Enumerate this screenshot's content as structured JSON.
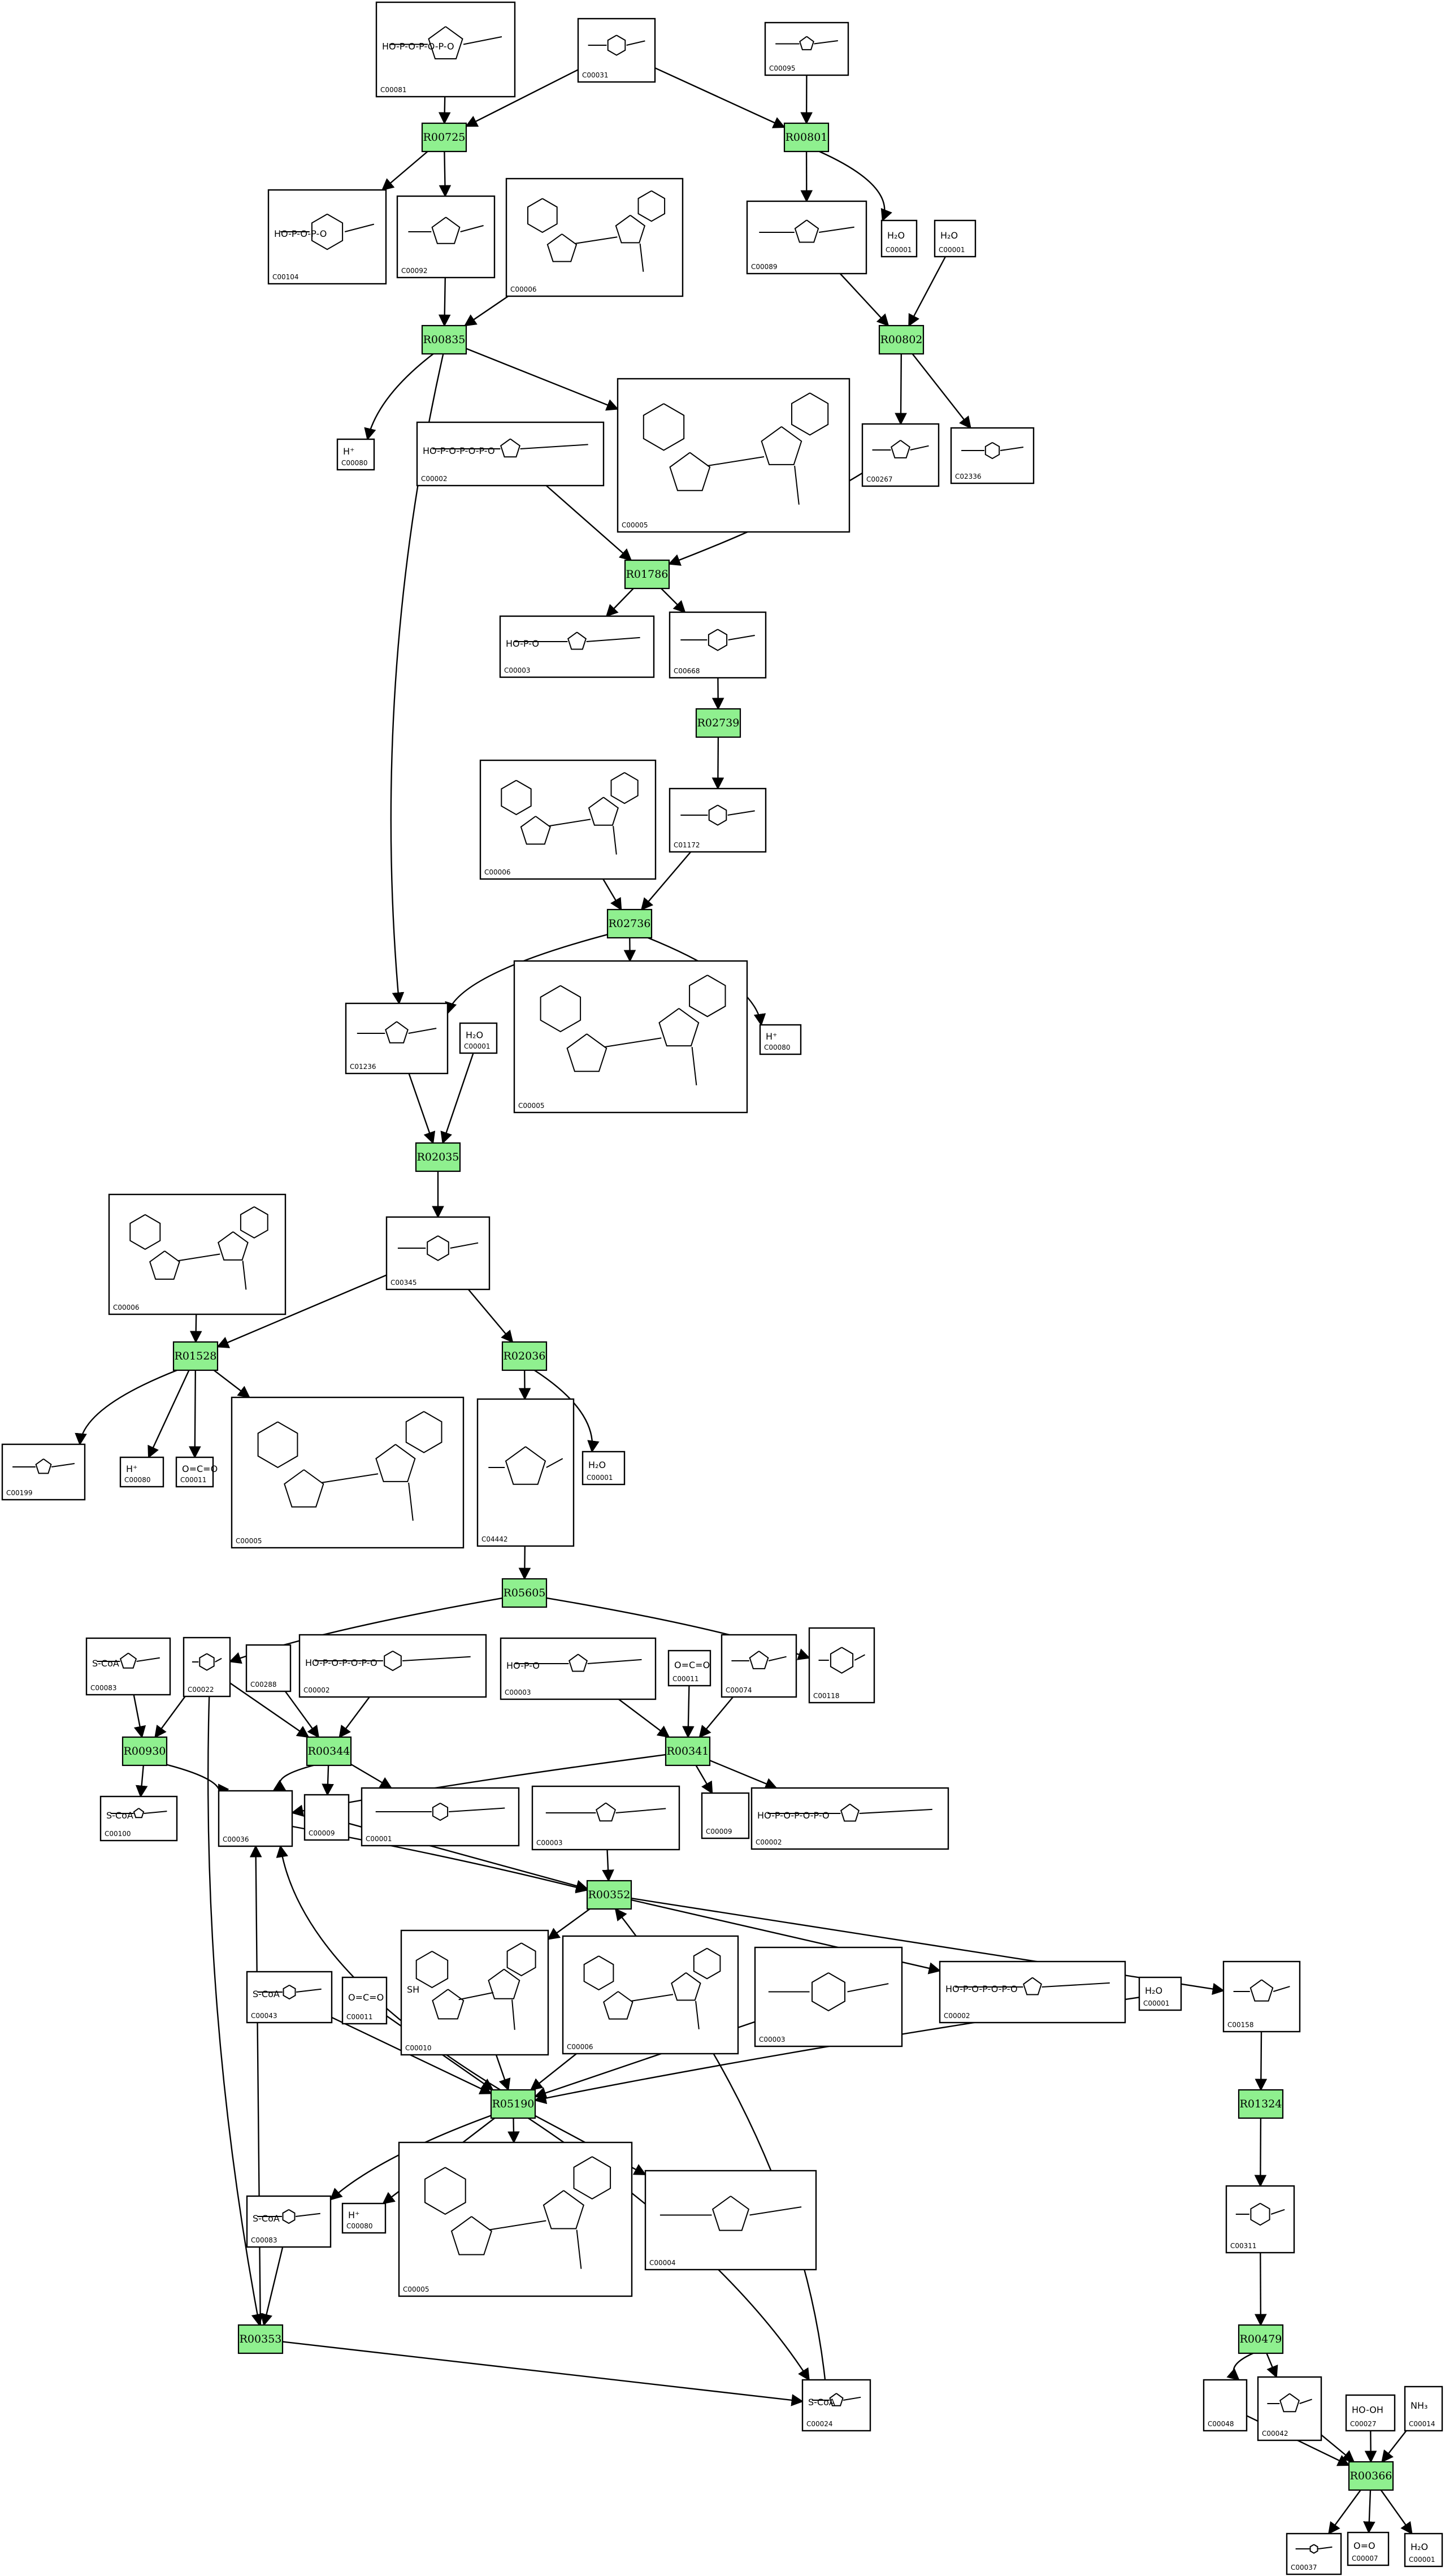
{
  "diagram": {
    "reactions": [
      {
        "id": "R00725"
      },
      {
        "id": "R00801"
      },
      {
        "id": "R00835"
      },
      {
        "id": "R00802"
      },
      {
        "id": "R01786"
      },
      {
        "id": "R02739"
      },
      {
        "id": "R02736"
      },
      {
        "id": "R02035"
      },
      {
        "id": "R01528"
      },
      {
        "id": "R02036"
      },
      {
        "id": "R05605"
      },
      {
        "id": "R00930"
      },
      {
        "id": "R00344"
      },
      {
        "id": "R00341"
      },
      {
        "id": "R00352"
      },
      {
        "id": "R05190"
      },
      {
        "id": "R01324"
      },
      {
        "id": "R00353"
      },
      {
        "id": "R00479"
      },
      {
        "id": "R00366"
      }
    ],
    "compounds": [
      {
        "id": "C00081",
        "structure": "HO-P-O-P-O-P-O"
      },
      {
        "id": "C00031",
        "structure": ""
      },
      {
        "id": "C00095",
        "structure": ""
      },
      {
        "id": "C00104",
        "structure": "HO-P-O-P-O"
      },
      {
        "id": "C00092",
        "structure": ""
      },
      {
        "id": "C00006",
        "structure": ""
      },
      {
        "id": "C00089",
        "structure": ""
      },
      {
        "id": "C00001",
        "structure": "H₂O"
      },
      {
        "id": "C00001",
        "structure": "H₂O"
      },
      {
        "id": "C00080",
        "structure": "H⁺"
      },
      {
        "id": "C00002",
        "structure": "HO-P-O-P-O-P-O"
      },
      {
        "id": "C00005",
        "structure": ""
      },
      {
        "id": "C00267",
        "structure": ""
      },
      {
        "id": "C02336",
        "structure": ""
      },
      {
        "id": "C00003",
        "structure": "HO-P-O"
      },
      {
        "id": "C00668",
        "structure": ""
      },
      {
        "id": "C00006",
        "structure": ""
      },
      {
        "id": "C01172",
        "structure": ""
      },
      {
        "id": "C01236",
        "structure": ""
      },
      {
        "id": "C00001",
        "structure": "H₂O"
      },
      {
        "id": "C00005",
        "structure": ""
      },
      {
        "id": "C00080",
        "structure": "H⁺"
      },
      {
        "id": "C00006",
        "structure": ""
      },
      {
        "id": "C00345",
        "structure": ""
      },
      {
        "id": "C00199",
        "structure": ""
      },
      {
        "id": "C00080",
        "structure": "H⁺"
      },
      {
        "id": "C00011",
        "structure": "O=C=O"
      },
      {
        "id": "C00005",
        "structure": ""
      },
      {
        "id": "C04442",
        "structure": ""
      },
      {
        "id": "C00001",
        "structure": "H₂O"
      },
      {
        "id": "C00083",
        "structure": "S-CoA"
      },
      {
        "id": "C00022",
        "structure": ""
      },
      {
        "id": "C00288",
        "structure": ""
      },
      {
        "id": "C00002",
        "structure": "HO-P-O-P-O-P-O"
      },
      {
        "id": "C00003",
        "structure": "HO-P-O"
      },
      {
        "id": "C00011",
        "structure": "O=C=O"
      },
      {
        "id": "C00074",
        "structure": ""
      },
      {
        "id": "C00118",
        "structure": ""
      },
      {
        "id": "C00100",
        "structure": "S-CoA"
      },
      {
        "id": "C00036",
        "structure": ""
      },
      {
        "id": "C00009",
        "structure": ""
      },
      {
        "id": "C00001",
        "structure": ""
      },
      {
        "id": "C00003",
        "structure": ""
      },
      {
        "id": "C00009",
        "structure": ""
      },
      {
        "id": "C00002",
        "structure": "HO-P-O-P-O-P-O"
      },
      {
        "id": "C00010",
        "structure": "SH"
      },
      {
        "id": "C00006",
        "structure": ""
      },
      {
        "id": "C00003",
        "structure": ""
      },
      {
        "id": "C00002",
        "structure": "HO-P-O-P-O-P-O"
      },
      {
        "id": "C00001",
        "structure": "H₂O"
      },
      {
        "id": "C00158",
        "structure": ""
      },
      {
        "id": "C00043",
        "structure": "S-CoA"
      },
      {
        "id": "C00011",
        "structure": "O=C=O"
      },
      {
        "id": "C00083",
        "structure": "S-CoA"
      },
      {
        "id": "C00080",
        "structure": "H⁺"
      },
      {
        "id": "C00005",
        "structure": ""
      },
      {
        "id": "C00004",
        "structure": ""
      },
      {
        "id": "C00311",
        "structure": ""
      },
      {
        "id": "C00024",
        "structure": "S-CoA"
      },
      {
        "id": "C00048",
        "structure": ""
      },
      {
        "id": "C00042",
        "structure": ""
      },
      {
        "id": "C00027",
        "structure": "HO-OH"
      },
      {
        "id": "C00014",
        "structure": "NH₃"
      },
      {
        "id": "C00037",
        "structure": ""
      },
      {
        "id": "C00007",
        "structure": "O=O"
      },
      {
        "id": "C00001",
        "structure": "H₂O"
      }
    ]
  }
}
